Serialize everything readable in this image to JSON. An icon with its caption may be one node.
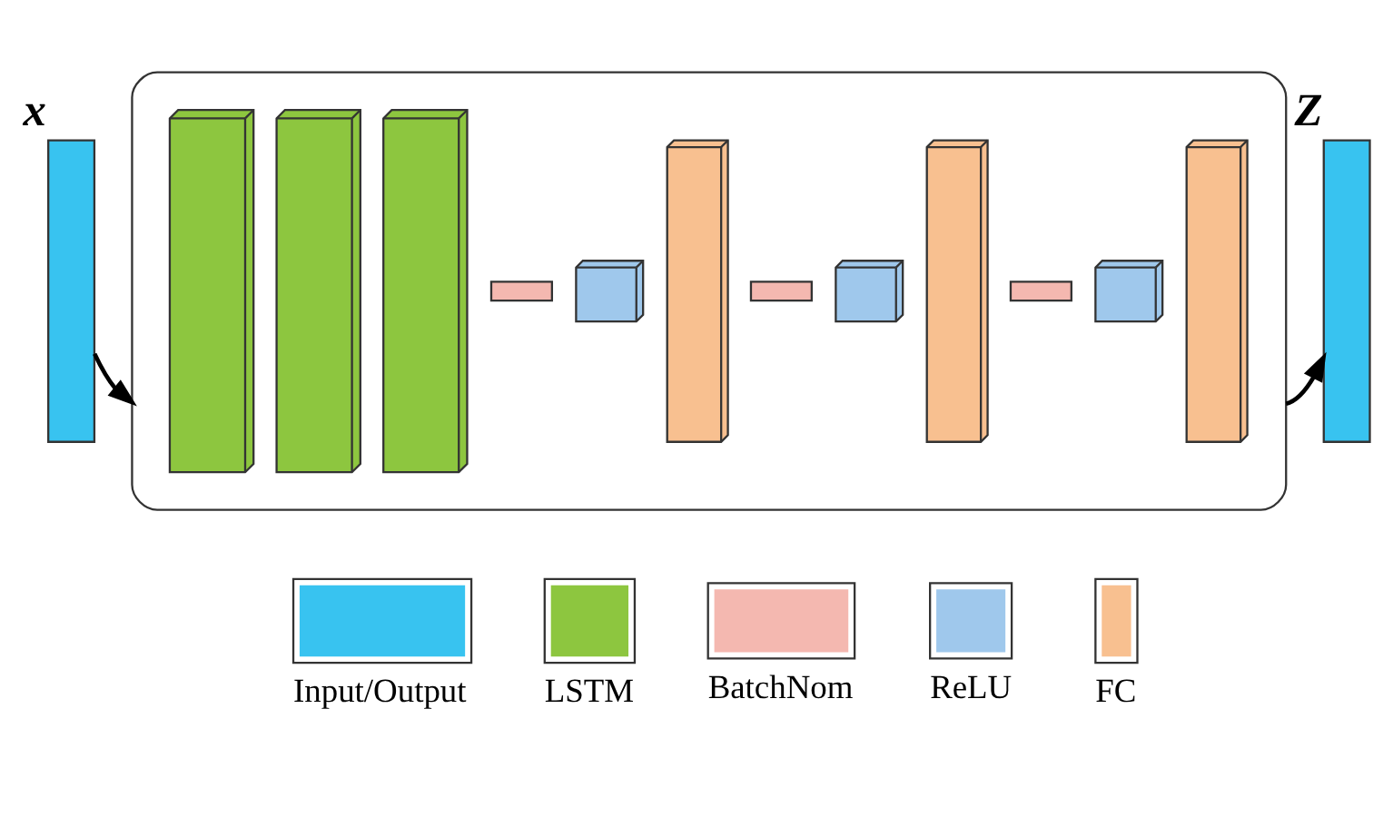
{
  "diagram": {
    "nodes": [
      {
        "text": [],
        "shape": "bar",
        "beside": [
          "x"
        ]
      },
      {
        "text": [],
        "shape": "box"
      },
      {
        "text": [],
        "shape": "box",
        "in": 1
      },
      {
        "text": [],
        "shape": "box",
        "in": 1
      },
      {
        "text": [],
        "shape": "box",
        "in": 1
      },
      {
        "text": [],
        "shape": "bar",
        "in": 1
      },
      {
        "text": [],
        "shape": "box",
        "in": 1
      },
      {
        "text": [],
        "shape": "box",
        "in": 1
      },
      {
        "text": [],
        "shape": "bar",
        "in": 1
      },
      {
        "text": [],
        "shape": "box",
        "in": 1
      },
      {
        "text": [],
        "shape": "box",
        "in": 1
      },
      {
        "text": [],
        "shape": "bar",
        "in": 1
      },
      {
        "text": [],
        "shape": "box",
        "in": 1
      },
      {
        "text": [],
        "shape": "box",
        "in": 1
      },
      {
        "text": [],
        "shape": "bar",
        "beside": [
          "Z"
        ]
      }
    ],
    "edges": [
      {
        "from": 0,
        "to": 1,
        "arrow": "to"
      },
      {
        "from": 1,
        "to": 14,
        "arrow": "to"
      }
    ],
    "legend": [
      {
        "text": "Input/Output"
      },
      {
        "text": "LSTM"
      },
      {
        "text": "BatchNom"
      },
      {
        "text": "ReLU"
      },
      {
        "text": "FC"
      }
    ]
  }
}
